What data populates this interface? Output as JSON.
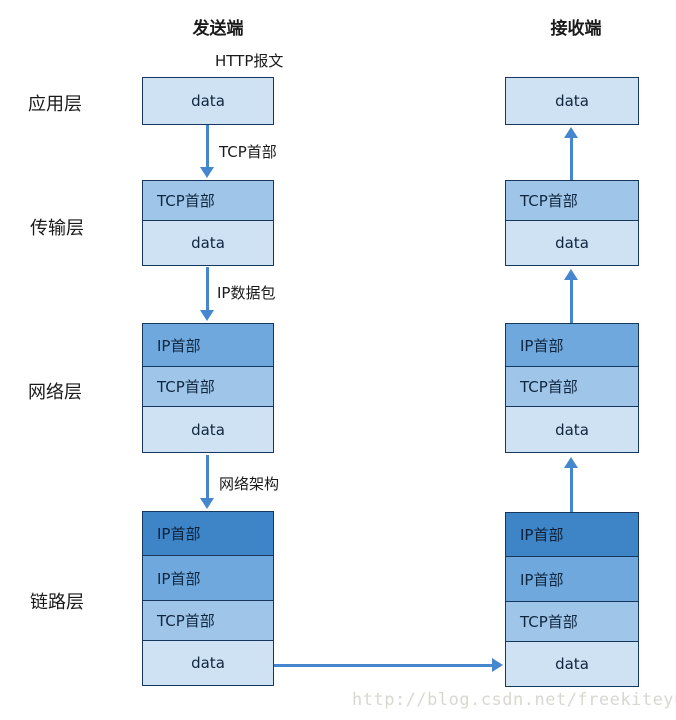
{
  "titles": {
    "sender": "发送端",
    "receiver": "接收端"
  },
  "layer_labels": [
    "应用层",
    "传输层",
    "网络层",
    "链路层"
  ],
  "arrow_labels": {
    "http_message": "HTTP报文",
    "tcp_header": "TCP首部",
    "ip_packet": "IP数据包",
    "network_frame": "网络架构"
  },
  "stacks": {
    "sender": {
      "application": [
        "data"
      ],
      "transport": [
        "TCP首部",
        "data"
      ],
      "network": [
        "IP首部",
        "TCP首部",
        "data"
      ],
      "link": [
        "IP首部",
        "IP首部",
        "TCP首部",
        "data"
      ]
    },
    "receiver": {
      "application": [
        "data"
      ],
      "transport": [
        "TCP首部",
        "data"
      ],
      "network": [
        "IP首部",
        "TCP首部",
        "data"
      ],
      "link": [
        "IP首部",
        "IP首部",
        "TCP首部",
        "data"
      ]
    }
  },
  "colors": {
    "box_light": "#cfe2f3",
    "box_medium": "#9fc5e8",
    "box_medium_dark": "#6fa8dc",
    "box_dark": "#3d85c6",
    "box_border": "#17365d",
    "arrow": "#4587ce",
    "watermark_text": "#d8d8d0"
  },
  "watermark": "http://blog.csdn.net/freekiteyu"
}
